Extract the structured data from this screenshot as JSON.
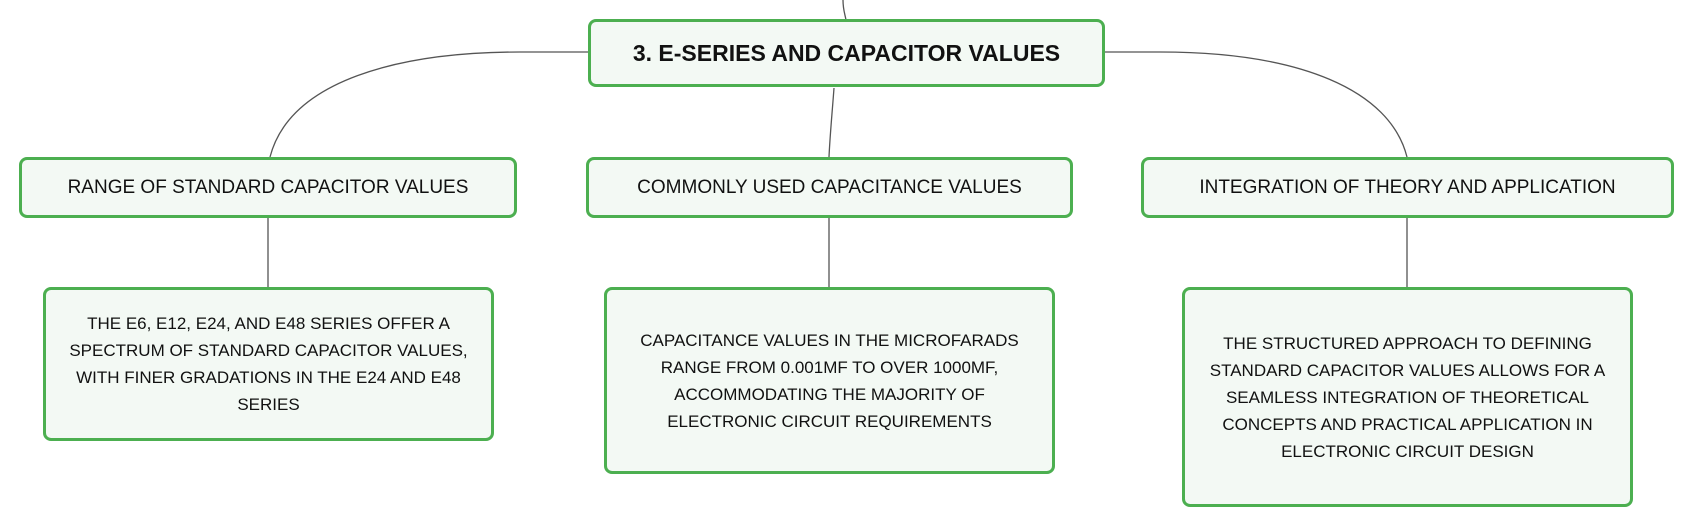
{
  "root": {
    "label": "3. E-SERIES AND CAPACITOR VALUES"
  },
  "branches": [
    {
      "label": "RANGE OF STANDARD CAPACITOR VALUES",
      "detail": "THE E6, E12, E24, AND E48 SERIES OFFER A SPECTRUM OF STANDARD CAPACITOR VALUES, WITH FINER GRADATIONS IN THE E24 AND E48 SERIES"
    },
    {
      "label": "COMMONLY USED CAPACITANCE VALUES",
      "detail": "CAPACITANCE VALUES IN THE MICROFARADS RANGE FROM 0.001MF TO OVER 1000MF, ACCOMMODATING THE MAJORITY OF ELECTRONIC CIRCUIT REQUIREMENTS"
    },
    {
      "label": "INTEGRATION OF THEORY AND APPLICATION",
      "detail": "THE STRUCTURED APPROACH TO DEFINING STANDARD CAPACITOR VALUES ALLOWS FOR A SEAMLESS INTEGRATION OF THEORETICAL CONCEPTS AND PRACTICAL APPLICATION IN ELECTRONIC CIRCUIT DESIGN"
    }
  ],
  "colors": {
    "node_border": "#4caf50",
    "node_fill": "#f3f9f4",
    "connector": "#555555"
  }
}
